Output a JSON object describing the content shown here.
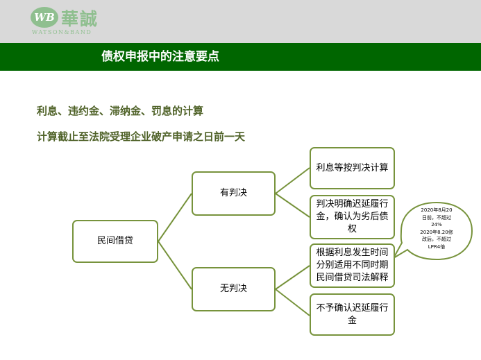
{
  "logo": {
    "badge": "WB",
    "chinese": "華誠",
    "english": "WATSON&BAND"
  },
  "title": "债权申报中的注意要点",
  "subheadings": [
    "利息、违约金、滞纳金、罚息的计算",
    "计算截止至法院受理企业破产申请之日前一天"
  ],
  "diagram": {
    "root": "民间借贷",
    "branches": [
      {
        "label": "有判决",
        "leaves": [
          "利息等按判决计算",
          "判决明确迟延履行金，确认为劣后债权"
        ]
      },
      {
        "label": "无判决",
        "leaves": [
          "根据利息发生时间分别适用不同时期民间借贷司法解释",
          "不予确认迟延履行金"
        ]
      }
    ]
  },
  "callout": {
    "lines": [
      "2020年8月20",
      "日前，不超过",
      "24%",
      "2020年8.20修",
      "改后，不超过",
      "LPR4倍"
    ]
  },
  "colors": {
    "title_bar": "#006600",
    "subheading_text": "#4f6228",
    "node_border": "#77933c",
    "connector": "#77933c",
    "logo_green": "#8fbf8f",
    "top_band": "#d9d9d9"
  }
}
